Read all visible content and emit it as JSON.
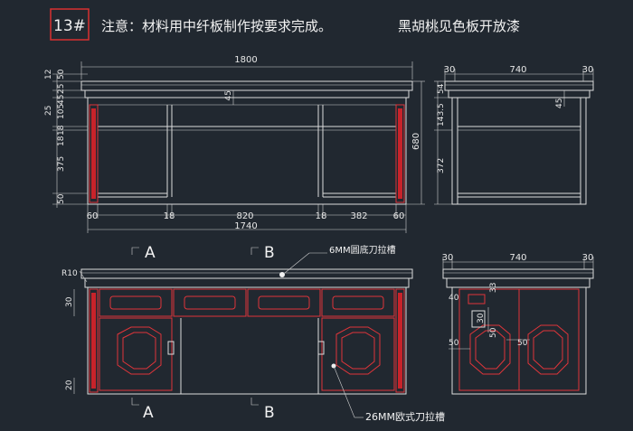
{
  "header": {
    "badge": "13#",
    "note": "注意：材料用中纤板制作按要求完成。",
    "finish": "黑胡桃见色板开放漆"
  },
  "front_view": {
    "total_width": "1800",
    "inner_width": "1740",
    "bottom_dims": [
      "60",
      "18",
      "820",
      "18",
      "382",
      "60"
    ],
    "left_dims": [
      "12",
      "50",
      "25",
      "18",
      "105",
      "45",
      "25",
      "18",
      "375",
      "50"
    ],
    "top_inner": "45",
    "height": "680"
  },
  "side_view": {
    "top_dims": [
      "30",
      "740",
      "30"
    ],
    "left_dims": [
      "54",
      "143.5",
      "372"
    ],
    "right_dim": "45"
  },
  "section_labels": {
    "a_top": "A",
    "b_top": "B",
    "a_bottom": "A",
    "b_bottom": "B"
  },
  "front_detail": {
    "r_label": "R10",
    "dim_30": "30",
    "dim_20": "20",
    "callout_top": "6MM圆底刀拉槽",
    "callout_bottom": "26MM欧式刀拉槽"
  },
  "side_detail": {
    "top_dims": [
      "30",
      "740",
      "30"
    ],
    "dims": [
      "40",
      "33",
      "30",
      "50",
      "50",
      "50"
    ]
  }
}
